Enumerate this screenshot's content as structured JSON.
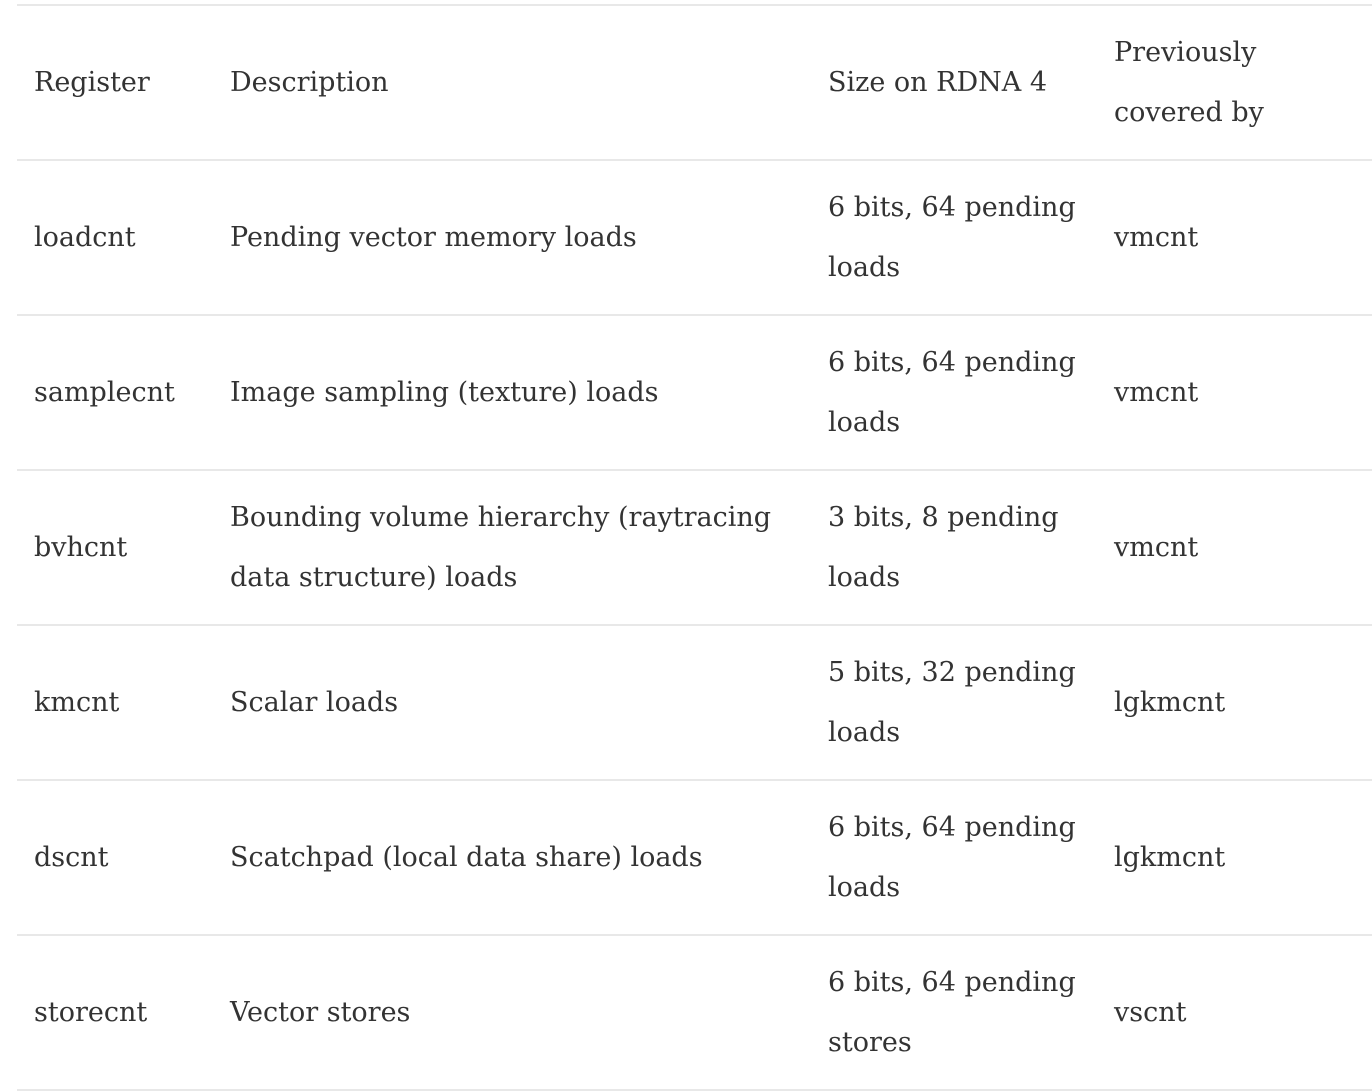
{
  "table": {
    "headers": [
      "Register",
      "Description",
      "Size on RDNA 4",
      "Previously covered by"
    ],
    "rows": [
      [
        "loadcnt",
        "Pending vector memory loads",
        "6 bits, 64 pending loads",
        "vmcnt"
      ],
      [
        "samplecnt",
        "Image sampling (texture) loads",
        "6 bits, 64 pending loads",
        "vmcnt"
      ],
      [
        "bvhcnt",
        "Bounding volume hierarchy (raytracing data structure) loads",
        "3 bits, 8 pending loads",
        "vmcnt"
      ],
      [
        "kmcnt",
        "Scalar loads",
        "5 bits, 32 pending loads",
        "lgkmcnt"
      ],
      [
        "dscnt",
        "Scatchpad (local data share) loads",
        "6 bits, 64 pending loads",
        "lgkmcnt"
      ],
      [
        "storecnt",
        "Vector stores",
        "6 bits, 64 pending stores",
        "vscnt"
      ]
    ]
  }
}
